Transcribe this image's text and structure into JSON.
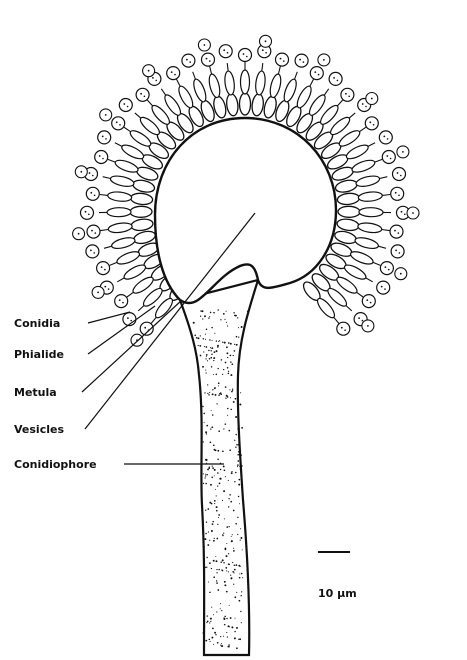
{
  "labels": {
    "conidia": "Conidia",
    "phialide": "Phialide",
    "metula": "Metula",
    "vesicles": "Vesicles",
    "conidiophore": "Conidiophore"
  },
  "scale_bar": {
    "label": "10 µm"
  },
  "colors": {
    "ink": "#111111",
    "background": "#ffffff"
  }
}
